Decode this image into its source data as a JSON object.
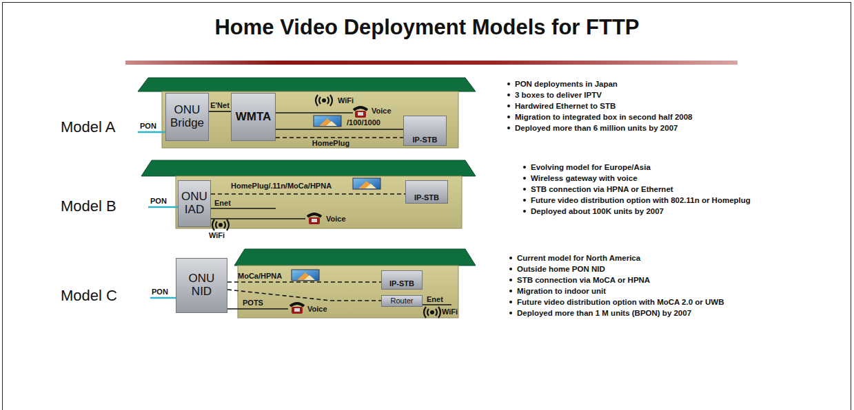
{
  "diagram": {
    "title": "Home Video Deployment Models for FTTP",
    "nodes": [
      {
        "text": [
          "ONU Bridge"
        ]
      },
      {
        "text": [
          "WMTA"
        ]
      },
      {
        "text": [
          "IP-STB"
        ]
      },
      {
        "text": [
          "ONU IAD"
        ]
      },
      {
        "text": [
          "IP-STB"
        ]
      },
      {
        "text": [
          "ONU NID"
        ]
      },
      {
        "text": [
          "IP-STB"
        ]
      },
      {
        "text": [
          "Router"
        ]
      }
    ],
    "edges": [
      {
        "from": 0,
        "to": 1,
        "arrow": "none",
        "label": "E'Net"
      },
      {
        "from": 1,
        "to": 2,
        "arrow": "none",
        "label": "/100/1000"
      },
      {
        "from": 1,
        "to": 2,
        "arrow": "none",
        "label": "HomePlug"
      },
      {
        "from": 3,
        "to": 4,
        "arrow": "none",
        "label": "HomePlug/.11n/MoCa/HPNA"
      },
      {
        "from": 5,
        "to": 6,
        "arrow": "none",
        "label": "MoCa/HPNA"
      },
      {
        "from": 5,
        "to": 7,
        "arrow": "none"
      }
    ],
    "labels": [
      "Model A",
      "PON",
      "WiFi",
      "Voice",
      "PON deployments in Japan",
      "3 boxes to deliver IPTV",
      "Hardwired Ethernet to STB",
      "Migration to integrated box in second half 2008",
      "Deployed more than 6 million units by 2007",
      "Model B",
      "PON",
      "Enet",
      "Voice",
      "WiFi",
      "Evolving model for Europe/Asia",
      "Wireless gateway with voice",
      "STB connection via HPNA or Ethernet",
      "Future video distribution option with 802.11n or Homeplug",
      "Deployed about 100K units by 2007",
      "Model C",
      "PON",
      "POTS",
      "Voice",
      "Enet",
      "WiFi",
      "Current model for North America",
      "Outside home PON NID",
      "STB connection via MoCA or HPNA",
      "Migration to indoor unit",
      "Future video distribution option with MoCA 2.0 or UWB",
      "Deployed more than 1 M units (BPON) by 2007"
    ]
  }
}
